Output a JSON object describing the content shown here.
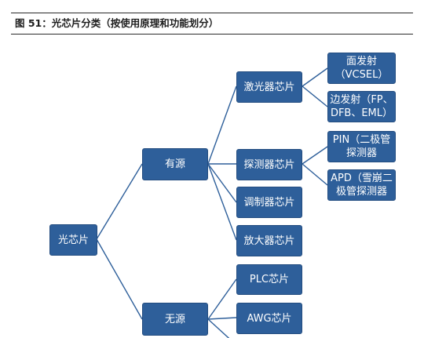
{
  "caption": "图 51：光芯片分类（按使用原理和功能划分）",
  "colors": {
    "node_fill": "#2e5f9a",
    "connector": "#2e5f9a",
    "rule": "#2b2b2b"
  },
  "tree": {
    "root": "光芯片",
    "active": "有源",
    "passive": "无源",
    "active_children": {
      "laser": "激光器芯片",
      "detector": "探测器芯片",
      "modulator": "调制器芯片",
      "amplifier": "放大器芯片"
    },
    "passive_children": {
      "plc": "PLC芯片",
      "awg": "AWG芯片"
    },
    "laser_children": {
      "vcsel_line1": "面发射",
      "vcsel_line2": "（VCSEL）",
      "edge_line1": "边发射（FP、",
      "edge_line2": "DFB、EML）"
    },
    "detector_children": {
      "pin_line1": "PIN（二极管",
      "pin_line2": "探测器",
      "apd_line1": "APD（雪崩二",
      "apd_line2": "极管探测器"
    }
  }
}
